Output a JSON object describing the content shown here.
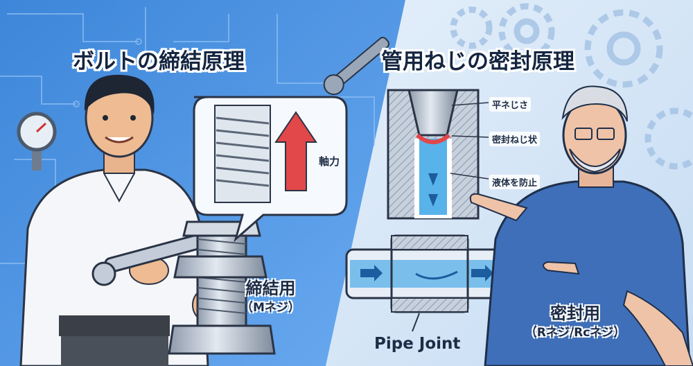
{
  "left_panel": {
    "title": "ボルトの締結原理",
    "force_label": "軸力",
    "usage_label": "締結用",
    "thread_type": "（Mネジ）"
  },
  "right_panel": {
    "title": "管用ねじの密封原理",
    "callouts": [
      "平ネじさ",
      "密封ねじ状",
      "液体を防止"
    ],
    "component_label": "Pipe Joint",
    "usage_label": "密封用",
    "thread_type": "（Rネジ/Rcネジ）"
  },
  "colors": {
    "left_bg": "#4f93df",
    "right_bg": "#d6e8f8",
    "force_arrow": "#e2474a",
    "fluid": "#3ba6e8",
    "metal": "#b9c4d2"
  }
}
